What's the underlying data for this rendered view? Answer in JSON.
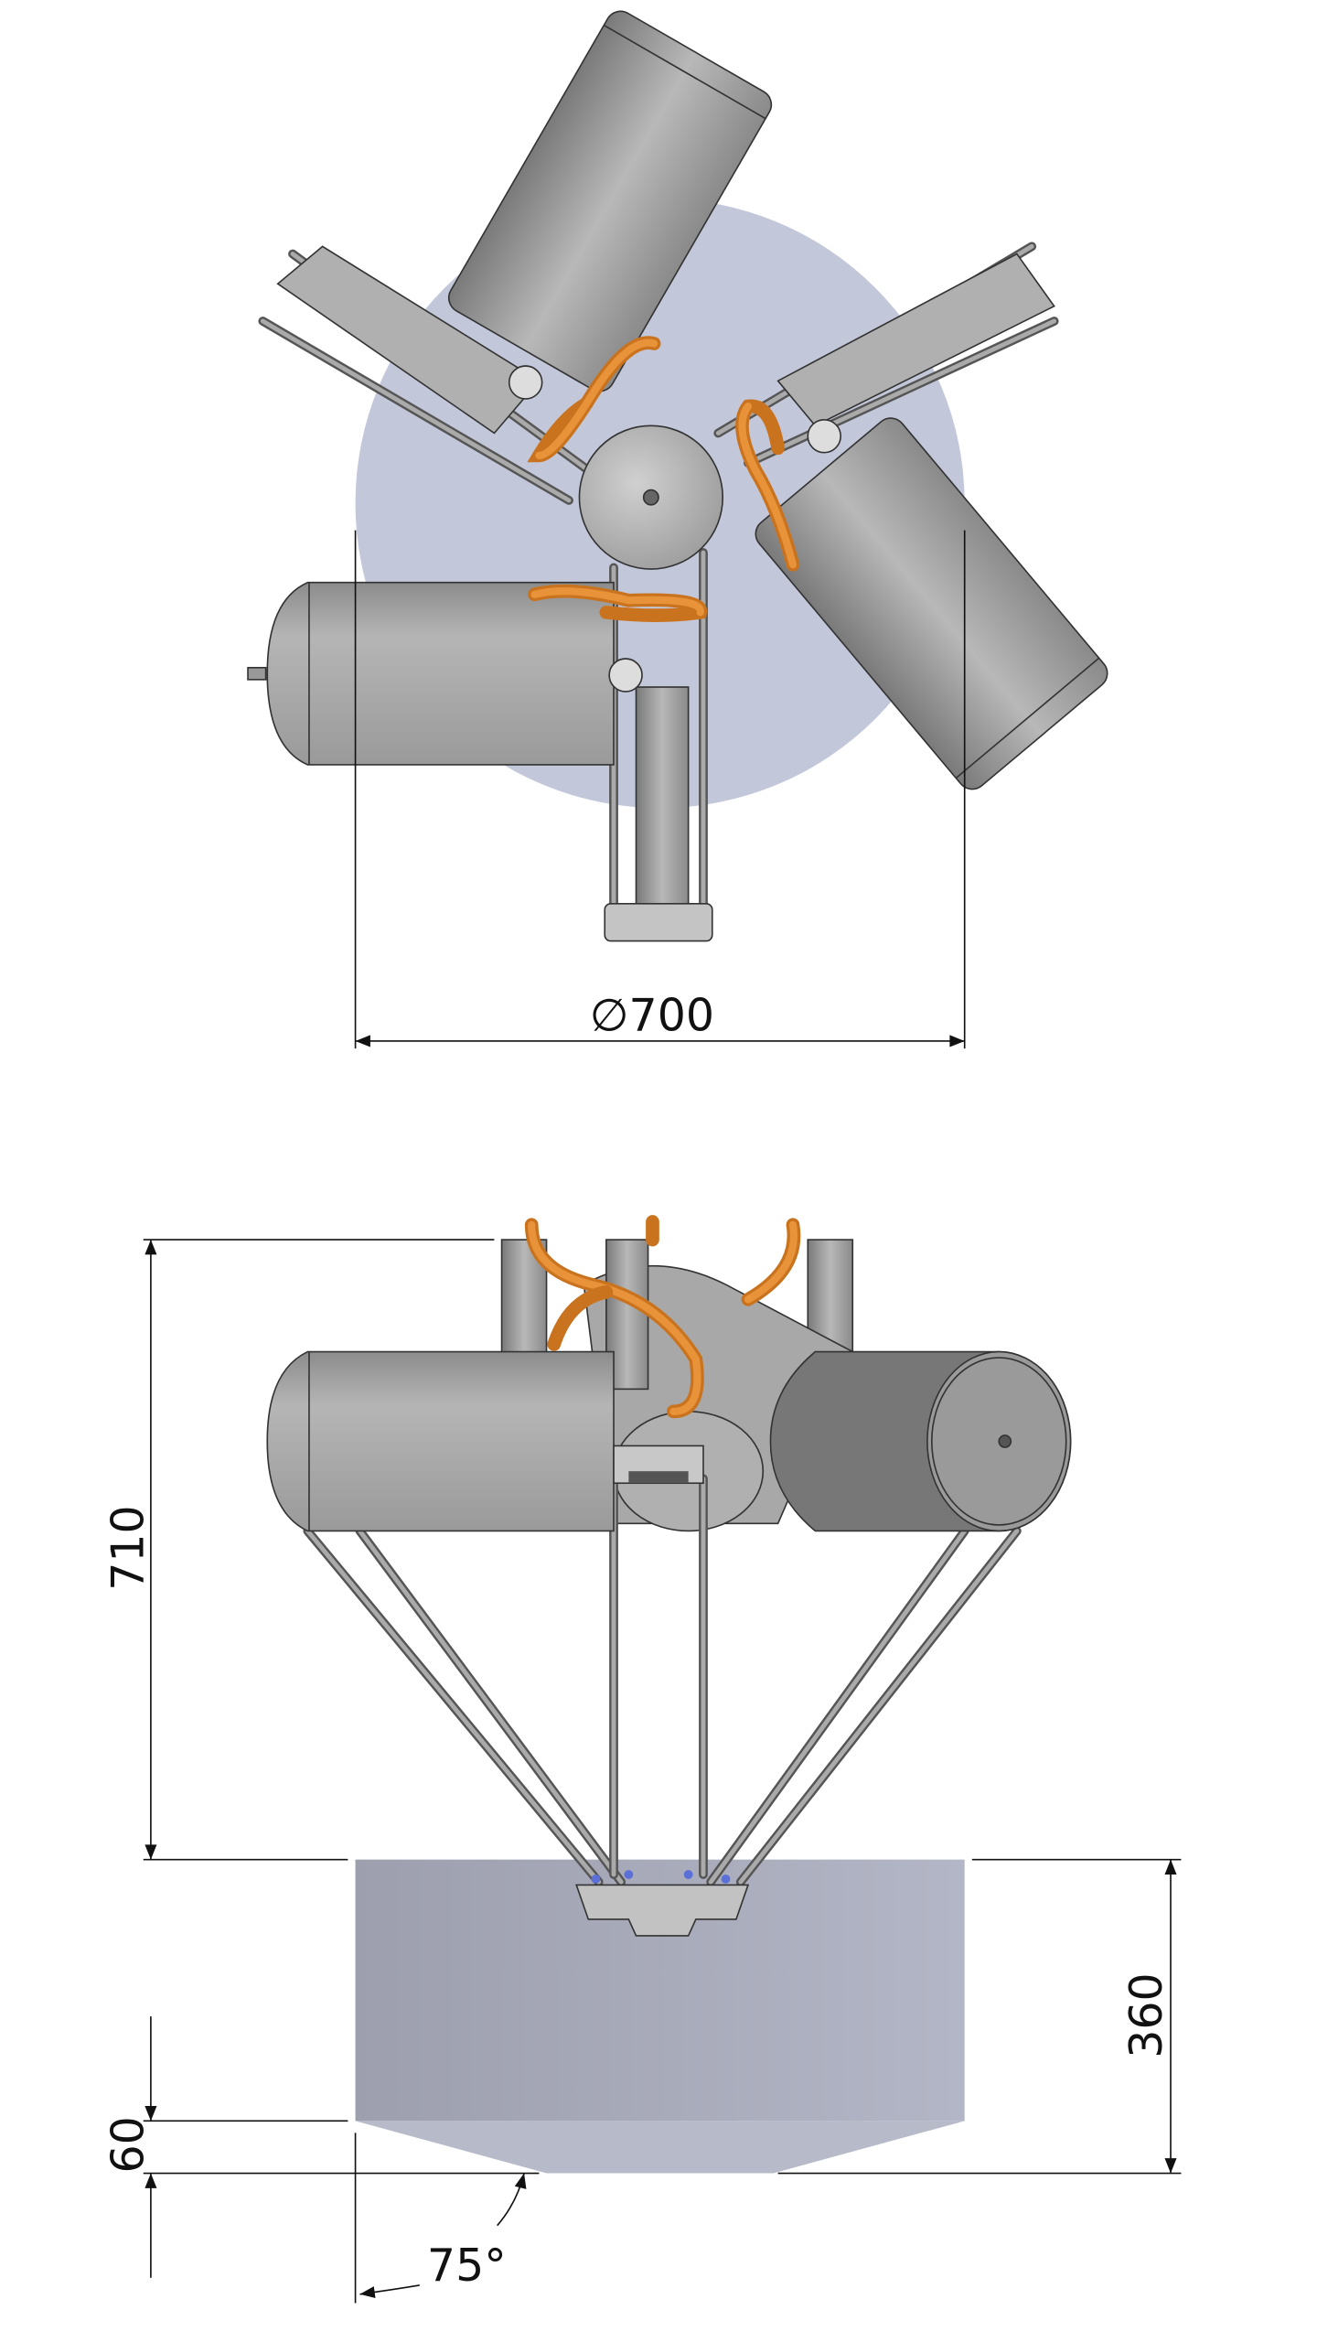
{
  "drawing": {
    "top_view": {
      "diameter_dimension": "∅700",
      "workspace_color": "#bcc1d6"
    },
    "side_view": {
      "height_dimension": "710",
      "workspace_height_dimension": "360",
      "cone_height_dimension": "60",
      "cone_angle_dimension": "75°",
      "workspace_color": "#a7aabb"
    },
    "colors": {
      "tank": "#a9a9a9",
      "hose": "#d98026"
    }
  }
}
